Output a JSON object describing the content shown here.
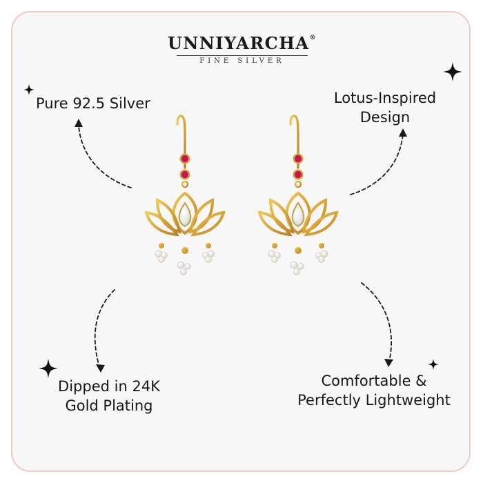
{
  "brand": {
    "name": "UNNIYARCHA",
    "registered": "®",
    "tagline": "FINE SILVER"
  },
  "features": {
    "silver": "Pure 92.5 Silver",
    "design_line1": "Lotus-Inspired",
    "design_line2": "Design",
    "plating_line1": "Dipped in 24K",
    "plating_line2": "Gold Plating",
    "comfort_line1": "Comfortable &",
    "comfort_line2": "Perfectly Lightweight"
  },
  "icons": {
    "sparkle": "sparkle-icon",
    "arrow": "dashed-curved-arrow-icon"
  },
  "colors": {
    "frame_border": "#f1c9c0",
    "background": "#f7f7f7",
    "gold": "#d9a437",
    "ruby": "#c2185b"
  }
}
